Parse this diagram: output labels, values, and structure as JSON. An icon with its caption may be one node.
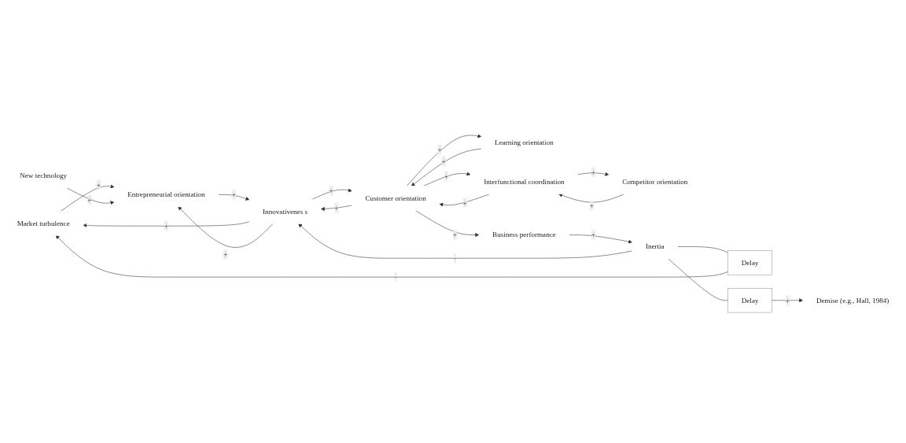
{
  "diagram": {
    "nodes": [
      {
        "text": [
          "Market turbulence"
        ]
      },
      {
        "text": [
          "New technology"
        ]
      },
      {
        "text": [
          "Entrepreneurial orientation"
        ]
      },
      {
        "text": [
          "Learning orientation"
        ]
      },
      {
        "text": [
          "Customer orientation"
        ]
      },
      {
        "text": [
          "Innovativenes s"
        ]
      },
      {
        "text": [
          "Competitor orientation"
        ]
      },
      {
        "text": [
          "Interfunctional coordination"
        ]
      },
      {
        "text": [
          "Business performance"
        ]
      },
      {
        "text": [
          "Delay"
        ]
      },
      {
        "text": [
          "Demise (e.g., Hall, 1984)"
        ]
      },
      {
        "text": [
          "Delay"
        ]
      },
      {
        "text": [
          "Inertia"
        ]
      }
    ],
    "edges": [
      {
        "from": 12,
        "to": 9,
        "arrow": "none"
      },
      {
        "from": 9,
        "to": 0,
        "arrow": "to",
        "label": "-"
      },
      {
        "from": 5,
        "to": 0,
        "arrow": "to",
        "label": "+"
      },
      {
        "from": 0,
        "to": 2,
        "arrow": "to",
        "label": "+"
      },
      {
        "from": 1,
        "to": 2,
        "arrow": "to",
        "label": "+"
      },
      {
        "from": 2,
        "to": 5,
        "arrow": "to",
        "label": "+"
      },
      {
        "from": 5,
        "to": 2,
        "arrow": "to",
        "label": "+"
      },
      {
        "from": 3,
        "to": 4,
        "arrow": "to",
        "label": "+"
      },
      {
        "from": 4,
        "to": 3,
        "arrow": "to",
        "label": "+"
      },
      {
        "from": 5,
        "to": 4,
        "arrow": "to",
        "label": "+"
      },
      {
        "from": 4,
        "to": 5,
        "arrow": "to",
        "label": "+"
      },
      {
        "from": 6,
        "to": 7,
        "arrow": "to",
        "label": "+"
      },
      {
        "from": 7,
        "to": 6,
        "arrow": "to",
        "label": "+"
      },
      {
        "from": 7,
        "to": 4,
        "arrow": "to",
        "label": "+"
      },
      {
        "from": 4,
        "to": 7,
        "arrow": "to",
        "label": "+"
      },
      {
        "from": 4,
        "to": 8,
        "arrow": "to",
        "label": "+"
      },
      {
        "from": 8,
        "to": 12,
        "arrow": "to",
        "label": "+"
      },
      {
        "from": 12,
        "to": 5,
        "arrow": "to",
        "label": "-"
      },
      {
        "from": 12,
        "to": 11,
        "arrow": "none"
      },
      {
        "from": 11,
        "to": 10,
        "arrow": "to",
        "label": "+"
      }
    ]
  }
}
